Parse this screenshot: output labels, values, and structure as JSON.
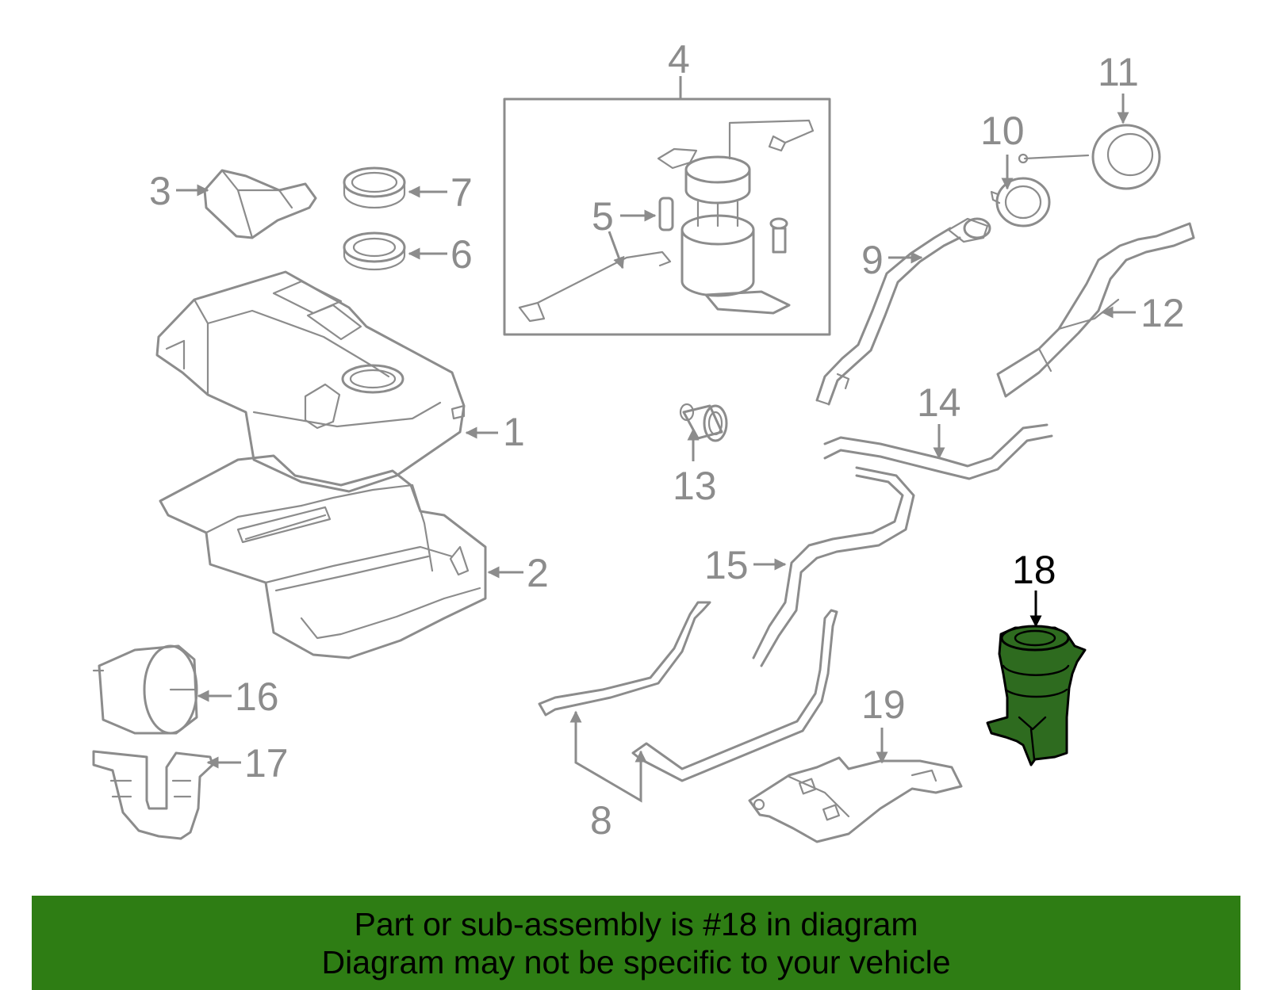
{
  "diagram": {
    "callouts": [
      "1",
      "2",
      "3",
      "4",
      "5",
      "6",
      "7",
      "8",
      "9",
      "10",
      "11",
      "12",
      "13",
      "14",
      "15",
      "16",
      "17",
      "18",
      "19"
    ],
    "highlighted_callout": "18",
    "highlight_color": "#2e6b1f",
    "line_color": "#8c8c8c"
  },
  "banner": {
    "line1": "Part or sub-assembly is #18 in diagram",
    "line2": "Diagram may not be specific to your vehicle",
    "background": "#2e7d14"
  }
}
